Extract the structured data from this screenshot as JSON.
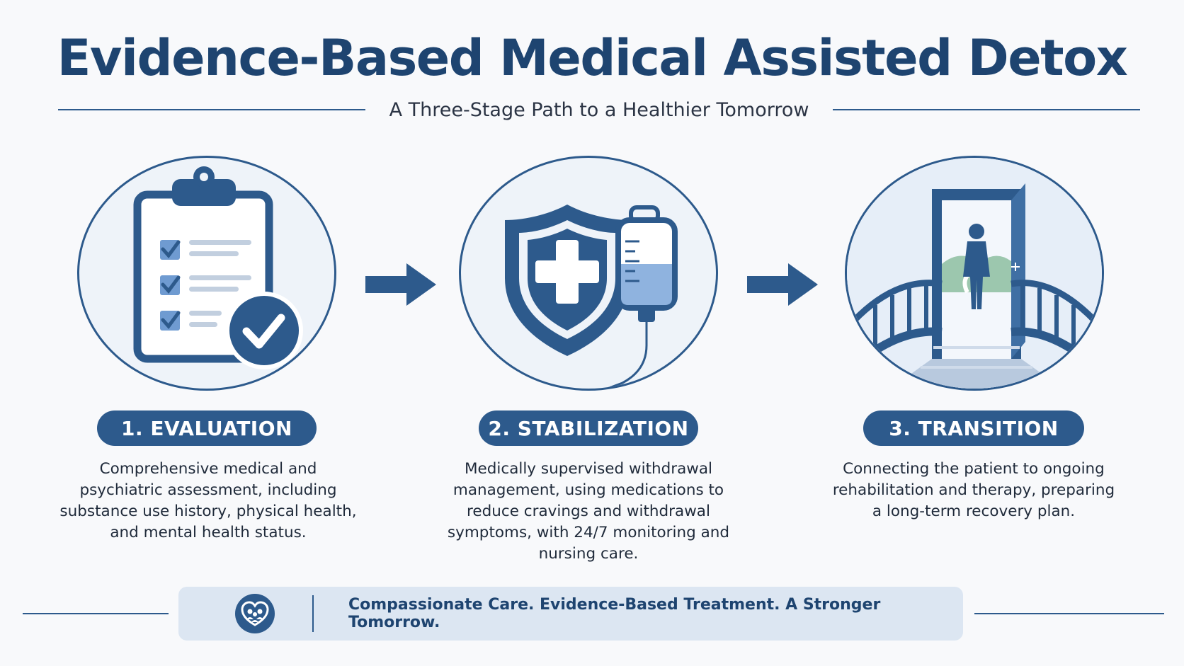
{
  "header": {
    "title": "Evidence-Based Medical Assisted Detox",
    "subtitle": "A Three-Stage Path to a Healthier Tomorrow"
  },
  "stages": [
    {
      "label": "1. EVALUATION",
      "icon": "clipboard-checklist-icon",
      "description": "Comprehensive medical and psychiatric assessment, including substance use history, physical health, and mental health status."
    },
    {
      "label": "2. STABILIZATION",
      "icon": "shield-iv-bag-icon",
      "description": "Medically supervised withdrawal management, using medications to reduce cravings and withdrawal symptoms, with 24/7 monitoring and nursing care."
    },
    {
      "label": "3. TRANSITION",
      "icon": "bridge-doorway-icon",
      "description": "Connecting the patient to ongoing rehabilitation and therapy, preparing a long-term recovery plan."
    }
  ],
  "footer": {
    "tagline": "Compassionate Care. Evidence-Based Treatment. A Stronger Tomorrow.",
    "icon": "heart-family-icon"
  },
  "colors": {
    "primary": "#2d5a8c",
    "title": "#1e4470",
    "accent_light": "#6f9bd1",
    "background": "#f8f9fb",
    "banner": "#dce6f2"
  }
}
